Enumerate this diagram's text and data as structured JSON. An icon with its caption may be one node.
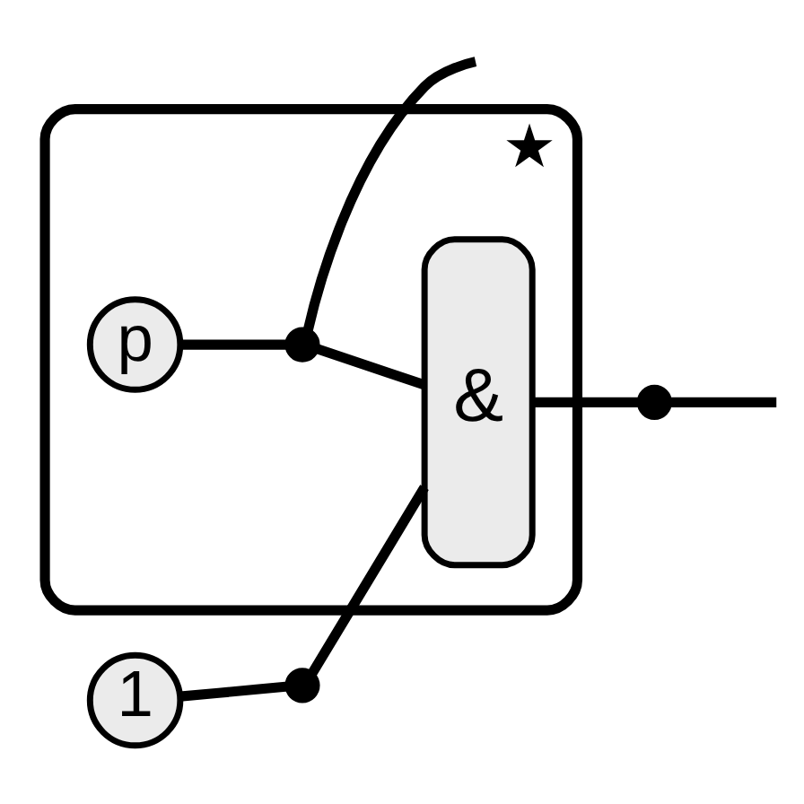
{
  "diagram": {
    "nodes": [
      {
        "text": [],
        "shape": "box",
        "beside": [
          "★"
        ]
      },
      {
        "text": [
          "p"
        ],
        "in": 0
      },
      {
        "text": [],
        "shape": "dot",
        "in": 0
      },
      {
        "text": [
          "&"
        ],
        "in": 0
      },
      {
        "text": [],
        "shape": "dot"
      },
      {
        "text": [
          "1"
        ]
      },
      {
        "text": [],
        "shape": "dot"
      }
    ],
    "edges": [
      {
        "from": 1,
        "to": 2,
        "arrow": "none"
      },
      {
        "from": 2,
        "to": null,
        "arrow": "none"
      },
      {
        "from": 2,
        "to": 3,
        "arrow": "none"
      },
      {
        "from": 3,
        "to": 4,
        "arrow": "none"
      },
      {
        "from": 4,
        "to": null,
        "arrow": "none"
      },
      {
        "from": 5,
        "to": 6,
        "arrow": "none"
      },
      {
        "from": 6,
        "to": 3,
        "arrow": "none"
      }
    ]
  }
}
